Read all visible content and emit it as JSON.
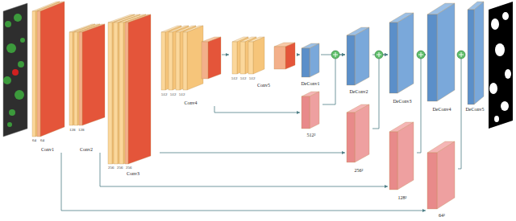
{
  "diagram": {
    "nodes": [
      {
        "text": [
          "Conv1"
        ]
      },
      {
        "text": [
          "Conv2"
        ]
      },
      {
        "text": [
          "Conv3"
        ]
      },
      {
        "text": [
          "Conv4"
        ]
      },
      {
        "text": [
          "Conv5"
        ]
      },
      {
        "text": [
          "DeConv1"
        ]
      },
      {
        "text": [
          "512²"
        ]
      },
      {
        "text": [
          "DeConv2"
        ]
      },
      {
        "text": [
          "256²"
        ]
      },
      {
        "text": [
          "DeConv3"
        ]
      },
      {
        "text": [
          "128²"
        ]
      },
      {
        "text": [
          "DeConv4"
        ]
      },
      {
        "text": [
          "64²"
        ]
      },
      {
        "text": [
          "DeConv5"
        ]
      }
    ],
    "edges": [
      {
        "from": 0,
        "to": 1,
        "arrow": "to"
      },
      {
        "from": 1,
        "to": 2,
        "arrow": "to"
      },
      {
        "from": 2,
        "to": 3,
        "arrow": "to"
      },
      {
        "from": 3,
        "to": 4,
        "arrow": "to"
      },
      {
        "from": 4,
        "to": 5,
        "arrow": "to"
      },
      {
        "from": 5,
        "to": 7,
        "arrow": "to"
      },
      {
        "from": 7,
        "to": 9,
        "arrow": "to"
      },
      {
        "from": 9,
        "to": 11,
        "arrow": "to"
      },
      {
        "from": 11,
        "to": 13,
        "arrow": "to"
      },
      {
        "from": 3,
        "to": 6,
        "arrow": "to"
      },
      {
        "from": 2,
        "to": 8,
        "arrow": "to"
      },
      {
        "from": 1,
        "to": 10,
        "arrow": "to"
      },
      {
        "from": 0,
        "to": 12,
        "arrow": "to"
      },
      {
        "from": 6,
        "to": 7,
        "arrow": "to"
      },
      {
        "from": 8,
        "to": 9,
        "arrow": "to"
      },
      {
        "from": 10,
        "to": 11,
        "arrow": "to"
      },
      {
        "from": 12,
        "to": 13,
        "arrow": "to"
      }
    ],
    "labels": [
      "64",
      "64",
      "128",
      "128",
      "256",
      "256",
      "256",
      "512",
      "512",
      "512",
      "512",
      "512",
      "512"
    ]
  }
}
